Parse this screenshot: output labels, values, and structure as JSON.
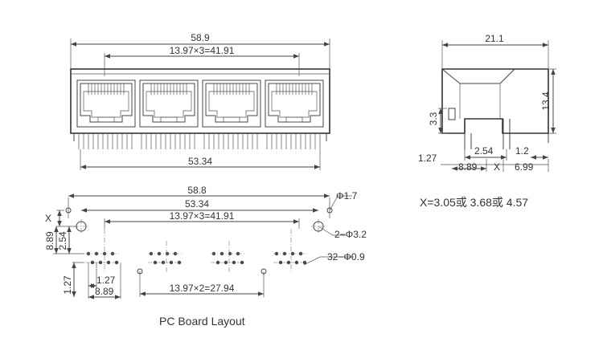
{
  "front_view": {
    "overall_width": "58.9",
    "port_pitch": "13.97×3=41.91",
    "pin_span": "53.34"
  },
  "side_view": {
    "depth": "21.1",
    "height": "13.4",
    "led_height": "3.3",
    "dim_254": "2.54",
    "dim_12": "1.2",
    "dim_127": "1.27",
    "dim_889": "8.89",
    "dim_x": "X",
    "dim_699": "6.99"
  },
  "x_note": "X=3.05或 3.68或 4.57",
  "pcb_layout": {
    "overall_width": "58.8",
    "pin_span": "53.34",
    "port_pitch": "13.97×3=41.91",
    "big_pitch": "13.97×2=27.94",
    "hole_17": "Φ1.7",
    "hole_32": "2−Φ3.2",
    "hole_09": "32−Φ0.9",
    "dim_x": "X",
    "dim_889": "8.89",
    "dim_254": "2.54",
    "dim_127_v": "1.27",
    "dim_127_h": "1.27",
    "dim_889_h": "8.89",
    "caption": "PC Board Layout"
  }
}
